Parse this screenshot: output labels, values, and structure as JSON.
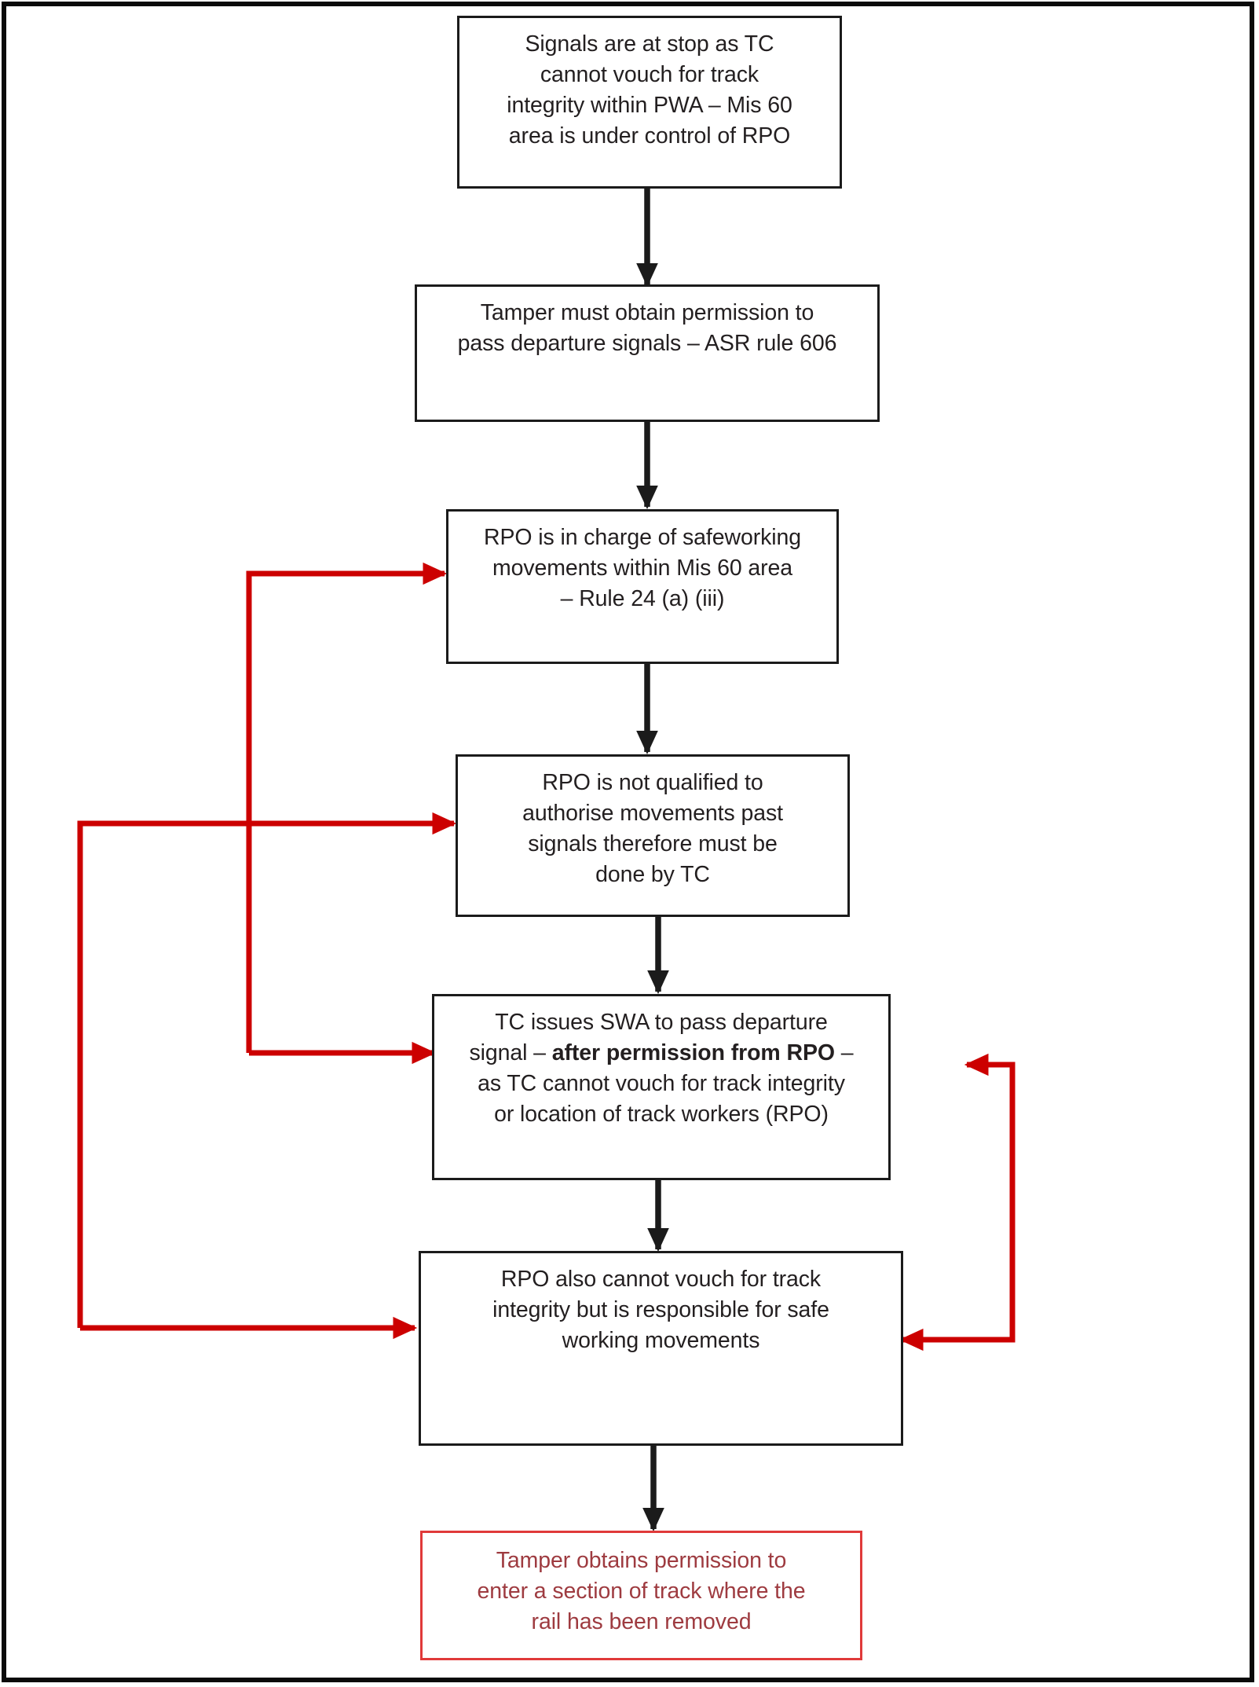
{
  "diagram": {
    "title": "Tamper / RPO safeworking permission flowchart",
    "frame_color": "#0a0a0a",
    "black_edge_color": "#1b1b1b",
    "red_edge_color": "#cc0000",
    "final_node_text_color": "#9e3b40",
    "final_node_border_color": "#e03a3a",
    "nodes": [
      {
        "id": "n1",
        "name": "signals-at-stop",
        "lines": [
          "Signals are at stop as TC",
          "cannot vouch for track",
          "integrity within PWA – Mis 60",
          "area is under control of RPO"
        ],
        "style": "black"
      },
      {
        "id": "n2",
        "name": "tamper-permission",
        "lines": [
          "Tamper must obtain permission to",
          "pass departure signals – ASR rule 606"
        ],
        "style": "black"
      },
      {
        "id": "n3",
        "name": "rpo-in-charge",
        "lines": [
          "RPO is in charge of safeworking",
          "movements within Mis 60 area",
          "– Rule 24 (a) (iii)"
        ],
        "style": "black"
      },
      {
        "id": "n4",
        "name": "rpo-not-qualified",
        "lines": [
          "RPO is not qualified to",
          "authorise movements past",
          "signals therefore must be",
          "done by TC"
        ],
        "style": "black"
      },
      {
        "id": "n5",
        "name": "tc-issues-swa",
        "lines_html": [
          "TC issues SWA to pass departure",
          "signal – <b>after permission from RPO</b> –",
          "as TC cannot vouch for track integrity",
          "or location of track workers (RPO)"
        ],
        "style": "black"
      },
      {
        "id": "n6",
        "name": "rpo-responsible",
        "lines": [
          "RPO also cannot vouch for track",
          "integrity but is responsible for safe",
          "working movements"
        ],
        "style": "black"
      },
      {
        "id": "n7",
        "name": "tamper-obtains-permission",
        "lines": [
          "Tamper obtains permission to",
          "enter a section of track where the",
          "rail has been removed"
        ],
        "style": "red"
      }
    ],
    "edges": [
      {
        "name": "edge-n1-to-n2",
        "color": "black",
        "from": "signals-at-stop",
        "to": "tamper-permission"
      },
      {
        "name": "edge-n2-to-n3",
        "color": "black",
        "from": "tamper-permission",
        "to": "rpo-in-charge"
      },
      {
        "name": "edge-n3-to-n4",
        "color": "black",
        "from": "rpo-in-charge",
        "to": "rpo-not-qualified"
      },
      {
        "name": "edge-n4-to-n5",
        "color": "black",
        "from": "rpo-not-qualified",
        "to": "tc-issues-swa"
      },
      {
        "name": "edge-n5-to-n6",
        "color": "black",
        "from": "tc-issues-swa",
        "to": "rpo-responsible"
      },
      {
        "name": "edge-n6-to-n7",
        "color": "black",
        "from": "rpo-responsible",
        "to": "tamper-obtains-permission"
      },
      {
        "name": "edge-feedback-n5-to-n3",
        "color": "red",
        "from": "tc-issues-swa",
        "to": "rpo-in-charge"
      },
      {
        "name": "edge-feedback-n6-to-n4",
        "color": "red",
        "from": "rpo-responsible",
        "to": "rpo-not-qualified"
      },
      {
        "name": "edge-feedback-n6-to-n5",
        "color": "red",
        "from": "rpo-responsible",
        "to": "tc-issues-swa"
      }
    ]
  }
}
